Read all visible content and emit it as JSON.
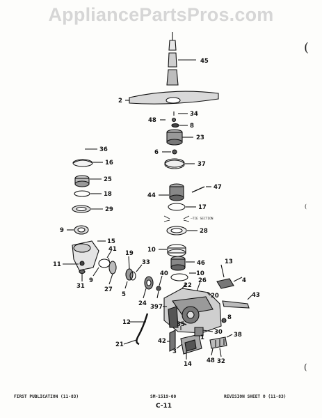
{
  "watermark": "AppliancePartsPros.com",
  "callouts": {
    "c45": "45",
    "c2": "2",
    "c34": "34",
    "c48a": "48",
    "c8a": "8",
    "c23": "23",
    "c6": "6",
    "c37": "37",
    "c36": "36",
    "c16": "16",
    "c25": "25",
    "c18": "18",
    "c29": "29",
    "c47": "47",
    "c44": "44",
    "c17": "17",
    "c28": "28",
    "c9a": "9",
    "c15": "15",
    "c10a": "10",
    "c46": "46",
    "c41": "41",
    "c19": "19",
    "c33": "33",
    "c11": "11",
    "c31": "31",
    "c9b": "9",
    "c27": "27",
    "c5": "5",
    "c24": "24",
    "c40": "40",
    "c10b": "10",
    "c13": "13",
    "c4": "4",
    "c22": "22",
    "c26": "26",
    "c20": "20",
    "c43": "43",
    "c39": "39",
    "c7": "7",
    "c12": "12",
    "c35": "35",
    "c8b": "8",
    "c30": "30",
    "c21": "21",
    "c42": "42",
    "c3": "3",
    "c1": "1",
    "c38": "38",
    "c14": "14",
    "c48b": "48",
    "c32": "32"
  },
  "small_note": "—TIE SECTION",
  "footer": {
    "left": "FIRST PUBLICATION (11-83)",
    "center": "SM-1519-00",
    "right": "REVISION SHEET O (11-83)",
    "page": "C-11"
  }
}
